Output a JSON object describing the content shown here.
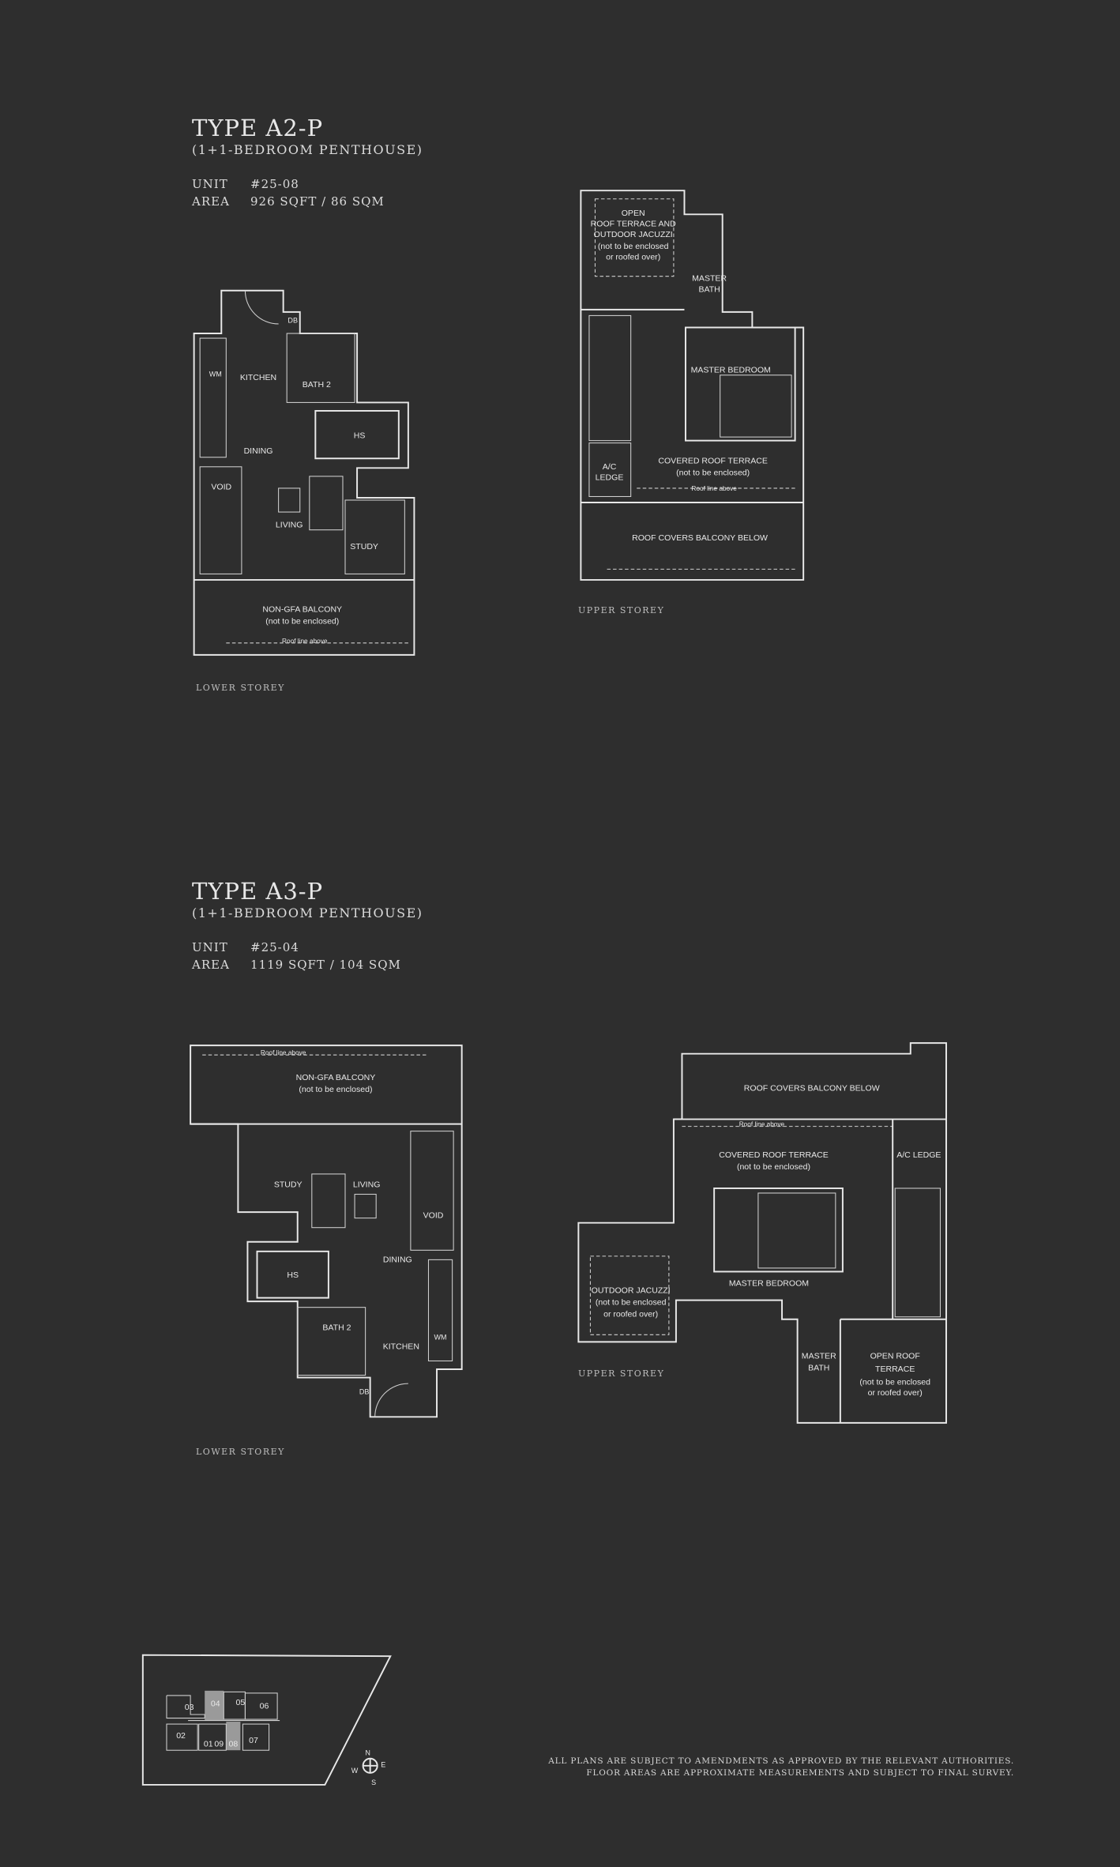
{
  "type_a2p": {
    "title": "TYPE A2-P",
    "subtitle": "(1+1-BEDROOM PENTHOUSE)",
    "unit_label": "UNIT",
    "unit_value": "#25-08",
    "area_label": "AREA",
    "area_value": "926 SQFT / 86 SQM",
    "lower_storey_label": "LOWER STOREY",
    "upper_storey_label": "UPPER STOREY",
    "lower_rooms": {
      "wm": "WM",
      "db": "DB",
      "kitchen": "KITCHEN",
      "bath2": "BATH 2",
      "dining": "DINING",
      "hs": "HS",
      "void": "VOID",
      "living": "LIVING",
      "study": "STUDY",
      "balcony": "NON-GFA BALCONY",
      "balcony_note": "(not to be enclosed)",
      "roof_line": "Roof line above"
    },
    "upper_rooms": {
      "open": "OPEN",
      "roof_terrace_jacuzzi": "ROOF TERRACE AND",
      "outdoor_jacuzzi": "OUTDOOR JACUZZI",
      "not_enclosed": "(not to be enclosed",
      "roofed_over": "or roofed over)",
      "master": "MASTER",
      "bath": "BATH",
      "master_bedroom": "MASTER BEDROOM",
      "ac": "A/C",
      "ledge": "LEDGE",
      "covered_roof_terrace": "COVERED ROOF TERRACE",
      "covered_note": "(not to be enclosed)",
      "roof_line": "Roof line above",
      "roof_covers": "ROOF COVERS BALCONY BELOW"
    }
  },
  "type_a3p": {
    "title": "TYPE A3-P",
    "subtitle": "(1+1-BEDROOM PENTHOUSE)",
    "unit_label": "UNIT",
    "unit_value": "#25-04",
    "area_label": "AREA",
    "area_value": "1119 SQFT / 104 SQM",
    "lower_storey_label": "LOWER STOREY",
    "upper_storey_label": "UPPER STOREY",
    "lower_rooms": {
      "roof_line": "Roof line above",
      "balcony": "NON-GFA BALCONY",
      "balcony_note": "(not to be enclosed)",
      "study": "STUDY",
      "living": "LIVING",
      "void": "VOID",
      "dining": "DINING",
      "hs": "HS",
      "bath2": "BATH 2",
      "kitchen": "KITCHEN",
      "wm": "WM",
      "db": "DB"
    },
    "upper_rooms": {
      "roof_covers": "ROOF COVERS BALCONY BELOW",
      "roof_line": "Roof line above",
      "covered_roof_terrace": "COVERED ROOF TERRACE",
      "covered_note": "(not to be enclosed)",
      "ac_ledge": "A/C LEDGE",
      "outdoor_jacuzzi": "OUTDOOR JACUZZI",
      "not_enclosed": "(not to be enclosed",
      "roofed_over": "or roofed over)",
      "master_bedroom": "MASTER BEDROOM",
      "master": "MASTER",
      "bath": "BATH",
      "open_roof": "OPEN ROOF",
      "terrace": "TERRACE"
    }
  },
  "key_plan": {
    "units": [
      "03",
      "04",
      "05",
      "06",
      "02",
      "01",
      "09",
      "08",
      "07"
    ],
    "highlighted": [
      "04",
      "08"
    ],
    "compass": {
      "n": "N",
      "e": "E",
      "s": "S",
      "w": "W"
    },
    "highlight_color": "#9a9a9a"
  },
  "disclaimer": {
    "line1": "ALL PLANS ARE SUBJECT TO AMENDMENTS AS APPROVED BY THE RELEVANT AUTHORITIES.",
    "line2": "FLOOR AREAS ARE APPROXIMATE MEASUREMENTS AND SUBJECT TO FINAL SURVEY."
  }
}
